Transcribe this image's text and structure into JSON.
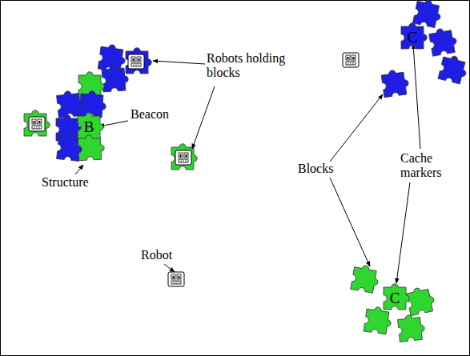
{
  "diagram": {
    "nodes": [
      {
        "text": [
          "B"
        ]
      },
      {
        "text": [
          "C"
        ]
      },
      {
        "text": [
          "C"
        ]
      }
    ],
    "labels": [
      "Robots holding blocks",
      "Beacon",
      "Structure",
      "Robot",
      "Blocks",
      "Cache markers"
    ]
  }
}
